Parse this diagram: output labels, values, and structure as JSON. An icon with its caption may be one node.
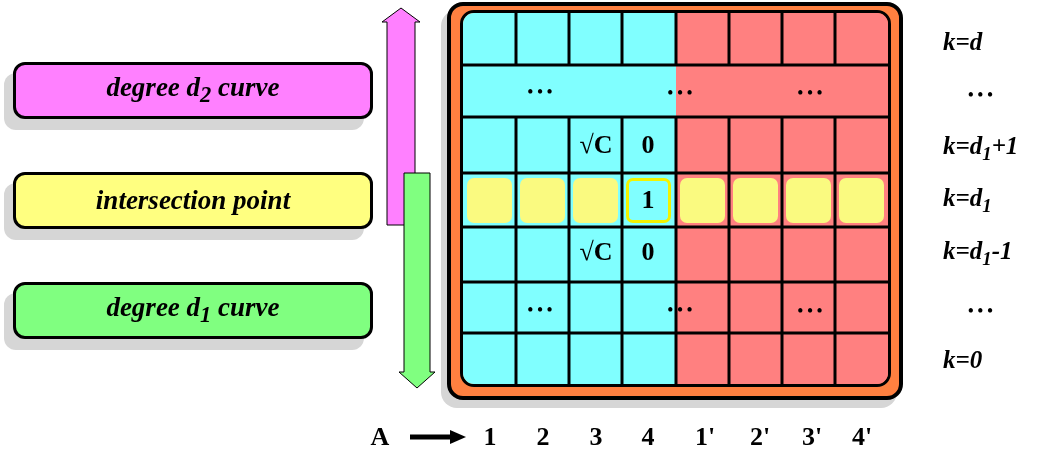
{
  "diagram": {
    "nodes": [
      {
        "text": [
          "degree  d$_{2}$ curve"
        ]
      },
      {
        "text": [
          "intersection point"
        ]
      },
      {
        "text": [
          "degree  d$_{1}$ curve"
        ]
      }
    ],
    "labels": [
      "k=d",
      "• • •",
      "• • •",
      "• • •",
      "• • •",
      "√C",
      "0",
      "k=d$_{1}$+1",
      "1",
      "k=d$_{1}$",
      "√C",
      "0",
      "k=d$_{1}$-1",
      "• • •",
      "• • •",
      "• • •",
      "• • •",
      "k=0",
      "A",
      "1",
      "2",
      "3",
      "4",
      "1'",
      "2'",
      "3'",
      "4'"
    ]
  }
}
